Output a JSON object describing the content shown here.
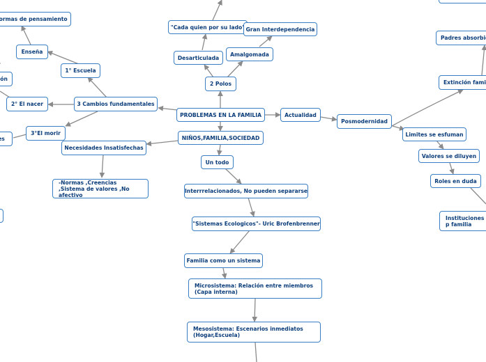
{
  "colors": {
    "node_border": "#3a7fc4",
    "node_text": "#0b3d7a",
    "edge": "#8a8a8a"
  },
  "nodes": {
    "formas": "formas de pensamiento",
    "ensena": "Enseña",
    "primera_escuela": "1° Escuela",
    "cion_partial": "ción",
    "segundo_nacer": "2° El nacer",
    "tres_cambios": "3 Cambios fundamentales",
    "tercero_morir": "3°El morir",
    "es_partial": "es",
    "necesidades": "Necesidades Insatisfechas",
    "normas": "-Normas ,Creencias ,Sistema de valores ,No afectivo",
    "cada_quien": "\"Cada quien por su lado\"",
    "gran_interdependencia": "Gran Interdependencia",
    "desarticulada": "Desarticulada",
    "amalgomada": "Amalgomada",
    "dos_polos": "2 Polos",
    "problemas": "PROBLEMAS EN LA FAMILIA",
    "actualidad": "Actualidad",
    "posmodernidad": "Posmodernidad",
    "ninos": "NIÑOS,FAMILIA,SOCIEDAD",
    "un_todo": "Un todo",
    "interrelacionados": "Interrrelacionados, No pueden separarse",
    "sistemas_ecologicos": "\"Sistemas Ecologicos\"- Uric Brofenbrenner",
    "familia_sistema": "Familia como un sistema",
    "microsistema": "Microsistema: Relación entre miembros (Capa interna)",
    "mesosistema": "Mesosistema: Escenarios inmediatos (Hogar,Escuela)",
    "padres_absorbidos": "Padres absorbid",
    "extincion": "Extinción famil",
    "limites": "Limites se esfuman",
    "valores": "Valores se diluyen",
    "roles": "Roles en duda",
    "instituciones": "Instituciones p familia"
  }
}
